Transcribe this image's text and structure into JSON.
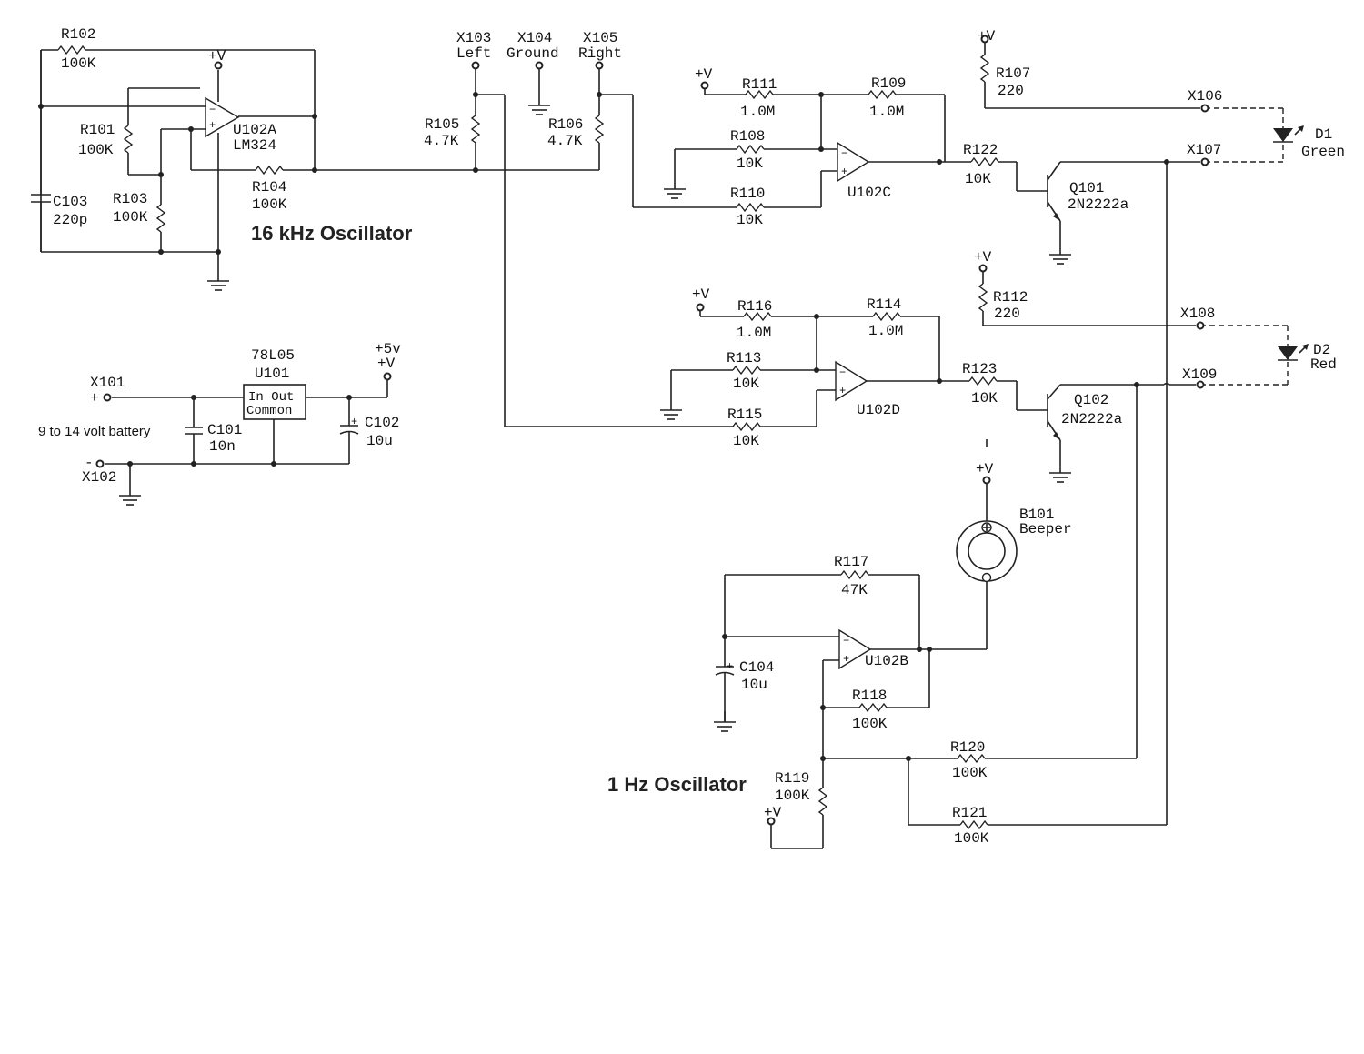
{
  "titles": {
    "osc16": "16 kHz Oscillator",
    "osc1": "1 Hz Oscillator"
  },
  "supply": {
    "v": "+V",
    "v5": "+5v",
    "battery": "9 to 14 volt battery",
    "plus": "+",
    "minus": "-"
  },
  "terminals": {
    "x101": "X101",
    "x102": "X102",
    "x103": "X103",
    "x103_sub": "Left",
    "x104": "X104",
    "x104_sub": "Ground",
    "x105": "X105",
    "x105_sub": "Right",
    "x106": "X106",
    "x107": "X107",
    "x108": "X108",
    "x109": "X109"
  },
  "resistors": {
    "r101": {
      "ref": "R101",
      "val": "100K"
    },
    "r102": {
      "ref": "R102",
      "val": "100K"
    },
    "r103": {
      "ref": "R103",
      "val": "100K"
    },
    "r104": {
      "ref": "R104",
      "val": "100K"
    },
    "r105": {
      "ref": "R105",
      "val": "4.7K"
    },
    "r106": {
      "ref": "R106",
      "val": "4.7K"
    },
    "r107": {
      "ref": "R107",
      "val": "220"
    },
    "r108": {
      "ref": "R108",
      "val": "10K"
    },
    "r109": {
      "ref": "R109",
      "val": "1.0M"
    },
    "r110": {
      "ref": "R110",
      "val": "10K"
    },
    "r111": {
      "ref": "R111",
      "val": "1.0M"
    },
    "r112": {
      "ref": "R112",
      "val": "220"
    },
    "r113": {
      "ref": "R113",
      "val": "10K"
    },
    "r114": {
      "ref": "R114",
      "val": "1.0M"
    },
    "r115": {
      "ref": "R115",
      "val": "10K"
    },
    "r116": {
      "ref": "R116",
      "val": "1.0M"
    },
    "r117": {
      "ref": "R117",
      "val": "47K"
    },
    "r118": {
      "ref": "R118",
      "val": "100K"
    },
    "r119": {
      "ref": "R119",
      "val": "100K"
    },
    "r120": {
      "ref": "R120",
      "val": "100K"
    },
    "r121": {
      "ref": "R121",
      "val": "100K"
    },
    "r122": {
      "ref": "R122",
      "val": "10K"
    },
    "r123": {
      "ref": "R123",
      "val": "10K"
    }
  },
  "capacitors": {
    "c101": {
      "ref": "C101",
      "val": "10n"
    },
    "c102": {
      "ref": "C102",
      "val": "10u"
    },
    "c103": {
      "ref": "C103",
      "val": "220p"
    },
    "c104": {
      "ref": "C104",
      "val": "10u"
    }
  },
  "ics": {
    "u101": {
      "part": "78L05",
      "ref": "U101",
      "pins": "In Out",
      "common": "Common"
    },
    "u102a": {
      "ref": "U102A",
      "part": "LM324"
    },
    "u102b": {
      "ref": "U102B"
    },
    "u102c": {
      "ref": "U102C"
    },
    "u102d": {
      "ref": "U102D"
    }
  },
  "transistors": {
    "q101": {
      "ref": "Q101",
      "part": "2N2222a"
    },
    "q102": {
      "ref": "Q102",
      "part": "2N2222a"
    }
  },
  "leds": {
    "d1": {
      "ref": "D1",
      "color": "Green"
    },
    "d2": {
      "ref": "D2",
      "color": "Red"
    }
  },
  "beeper": {
    "ref": "B101",
    "name": "Beeper"
  }
}
